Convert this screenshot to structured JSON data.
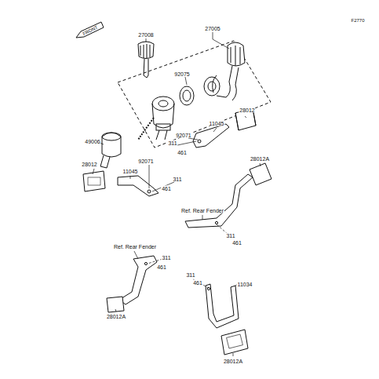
{
  "diagram": {
    "labels": [
      "F2770",
      "FRONT",
      "27008",
      "27005",
      "92075",
      "49006",
      "28012",
      "11045",
      "92071",
      "311",
      "461",
      "92071",
      "11045",
      "28012",
      "311",
      "461",
      "28012A",
      "Ref. Rear Fender",
      "311",
      "461",
      "Ref. Rear Fender",
      "311",
      "461",
      "28012A",
      "311",
      "461",
      "11034",
      "28012A"
    ]
  }
}
